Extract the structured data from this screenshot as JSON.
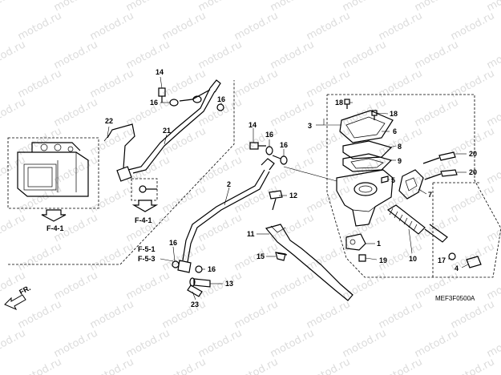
{
  "watermark": "motod.ru",
  "diagram_code": "MEF3F0500A",
  "direction_label": "FR.",
  "refs": {
    "abs_unit": "F-4-1",
    "hose_connector": "F-4-1",
    "caliper_a": "F-5-1",
    "caliper_b": "F-5-3"
  },
  "callouts": {
    "p1": "1",
    "p2": "2",
    "p3": "3",
    "p4": "4",
    "p5": "5",
    "p6": "6",
    "p7": "7",
    "p8": "8",
    "p9": "9",
    "p10": "10",
    "p11": "11",
    "p12": "12",
    "p13": "13",
    "p14a": "14",
    "p14b": "14",
    "p15": "15",
    "p16a": "16",
    "p16b": "16",
    "p16c": "16",
    "p16d": "16",
    "p16e": "16",
    "p17": "17",
    "p18a": "18",
    "p18b": "18",
    "p19": "19",
    "p20a": "20",
    "p20b": "20",
    "p21": "21",
    "p22": "22",
    "p23": "23"
  }
}
